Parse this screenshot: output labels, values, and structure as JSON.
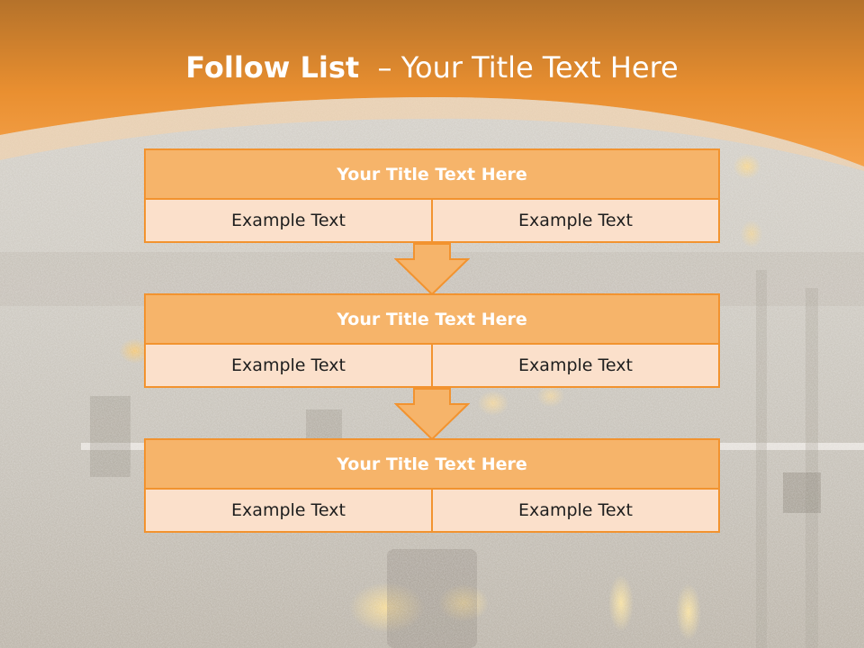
{
  "slide": {
    "title_bold": "Follow List",
    "title_rest": "– Your Title Text Here"
  },
  "steps": [
    {
      "title": "Your Title Text Here",
      "left": "Example Text",
      "right": "Example Text"
    },
    {
      "title": "Your Title Text Here",
      "left": "Example Text",
      "right": "Example Text"
    },
    {
      "title": "Your Title Text Here",
      "left": "Example Text",
      "right": "Example Text"
    }
  ],
  "colors": {
    "accent_orange": "#f2932f",
    "header_fill": "#f6b46a",
    "cell_fill": "#fbe0cb",
    "title_text": "#ffffff"
  },
  "icons": [
    "down-arrow-icon",
    "down-arrow-icon"
  ]
}
